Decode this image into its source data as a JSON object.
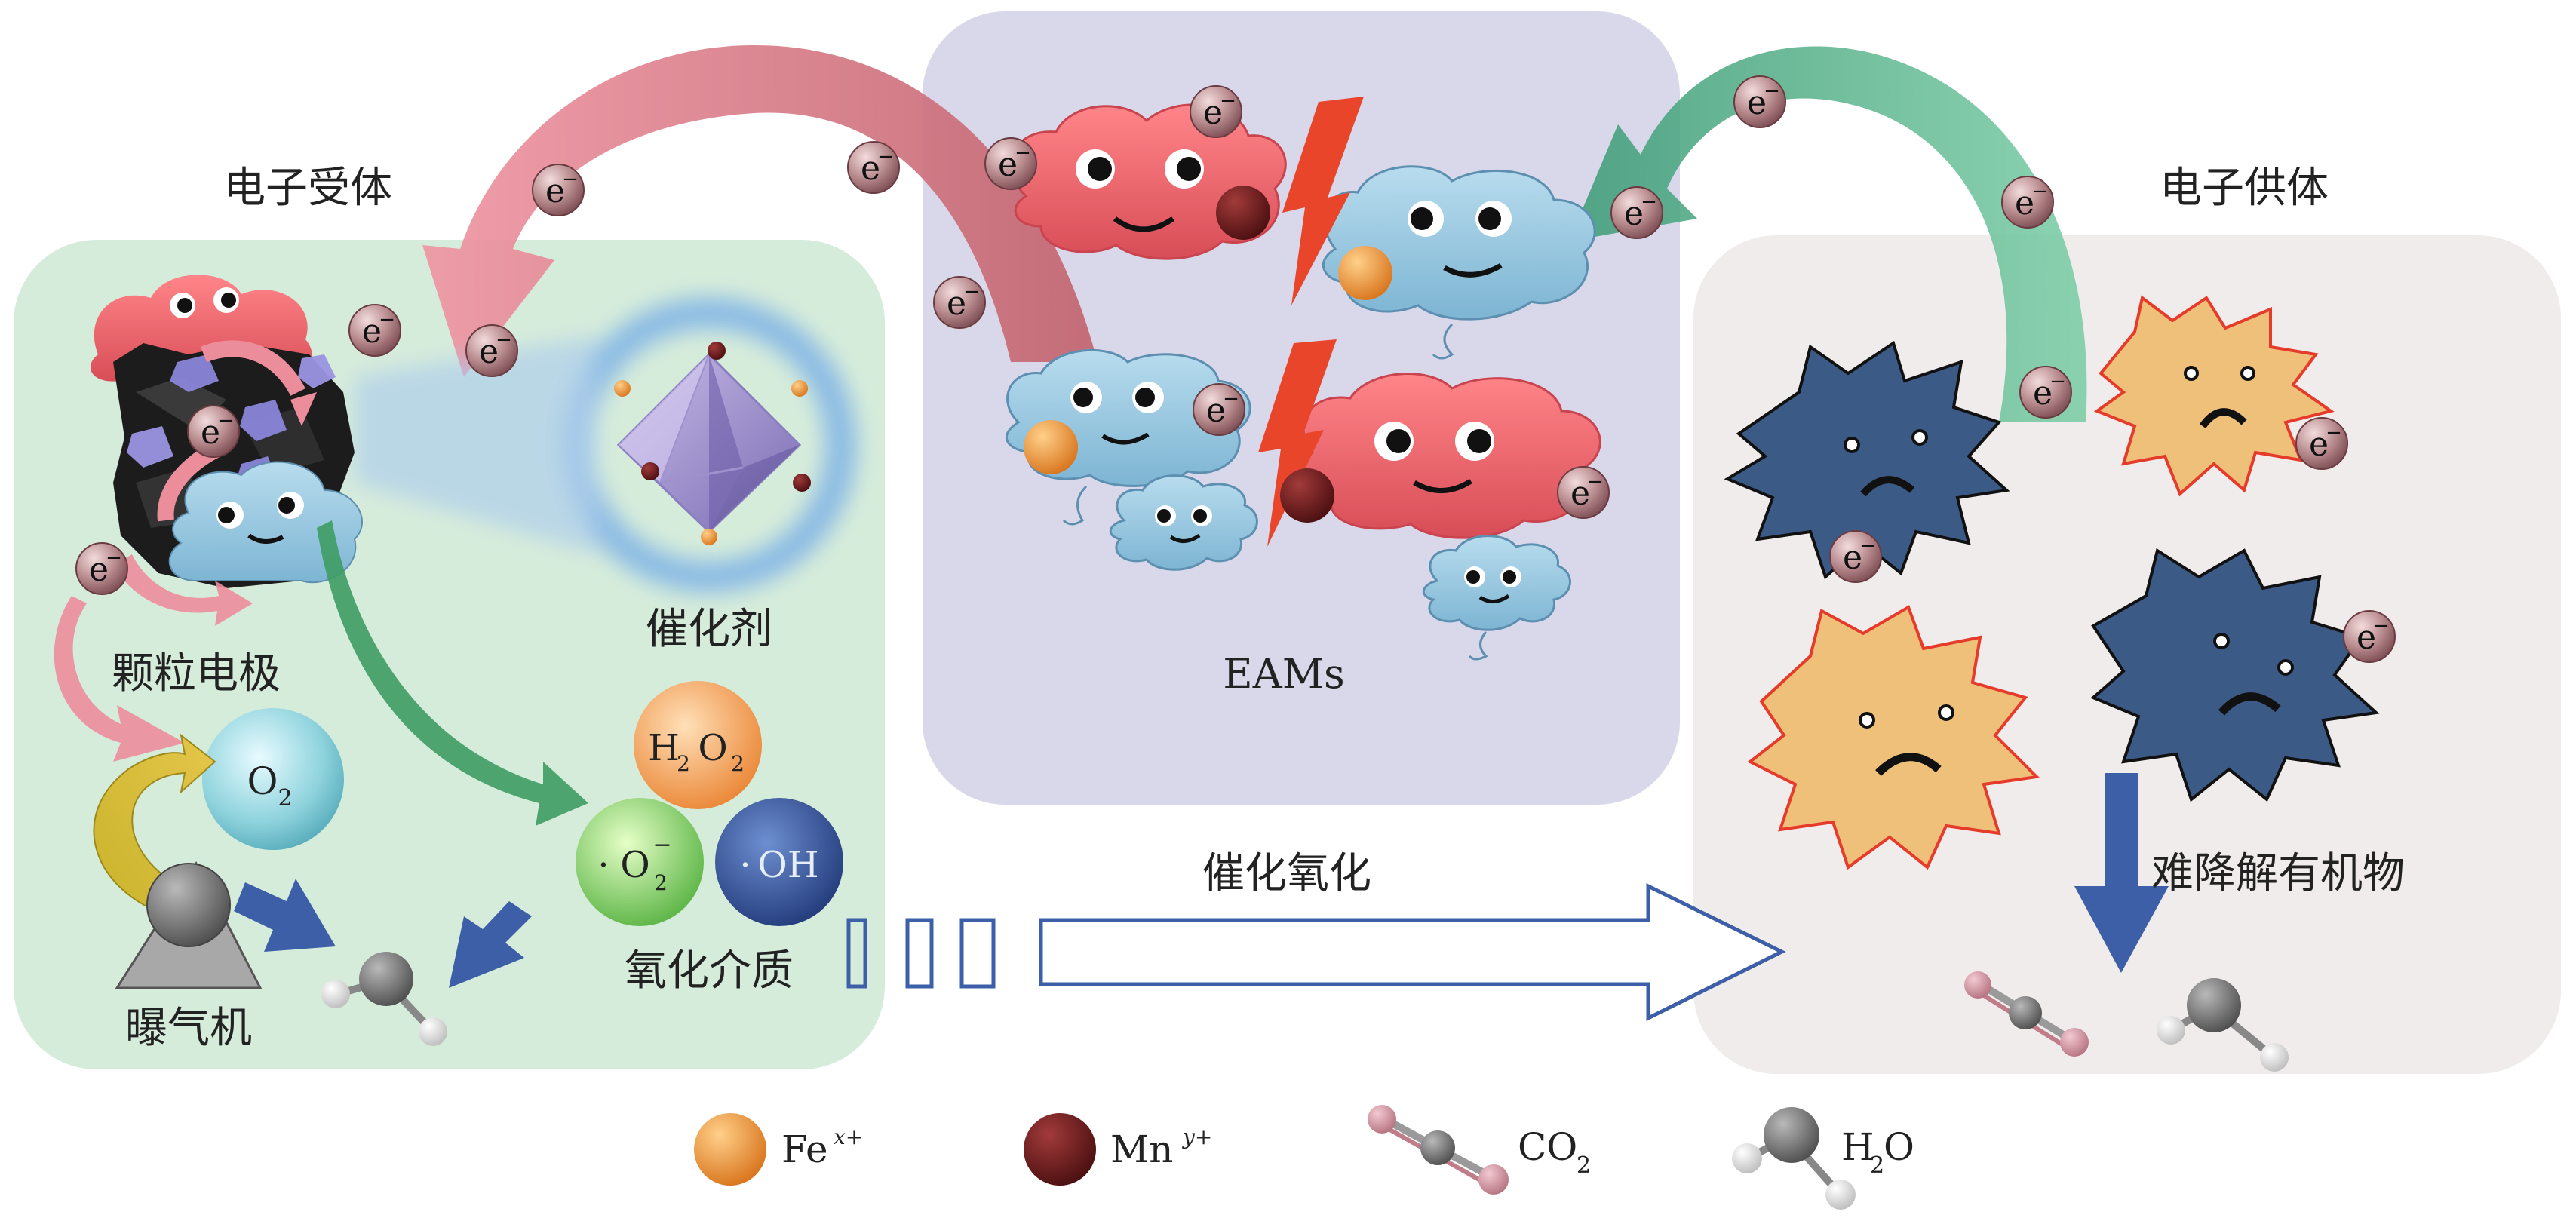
{
  "labels": {
    "acceptor": "电子受体",
    "donor": "电子供体",
    "catalyst": "催化剂",
    "particle_electrode": "颗粒电极",
    "aerator": "曝气机",
    "oxidant_medium": "氧化介质",
    "eams": "EAMs",
    "catalytic_oxidation": "催化氧化",
    "refractory_organics": "难降解有机物"
  },
  "electron": {
    "symbol": "e",
    "charge": "−"
  },
  "species": {
    "o2": {
      "main": "O",
      "sub": "2"
    },
    "h2o2": {
      "a": "H",
      "a_sub": "2",
      "b": "O",
      "b_sub": "2"
    },
    "superoxide": {
      "dot": "·",
      "main": "O",
      "sub": "2",
      "sup": "−"
    },
    "hydroxyl": {
      "dot": "·",
      "main": "OH"
    }
  },
  "legend": {
    "fe": {
      "main": "Fe",
      "sup": "x+"
    },
    "mn": {
      "main": "Mn",
      "sup": "y+"
    },
    "co2": {
      "main": "CO",
      "sub": "2"
    },
    "h2o": {
      "pre": "H",
      "sub": "2",
      "post": "O"
    }
  },
  "colors": {
    "acceptor_panel": "#d6ecdb",
    "eams_panel": "#d8d8ea",
    "donor_panel": "#efeceb",
    "pink_arrow": "#e3909b",
    "green_arrow": "#6fc59b",
    "blue_arrow": "#3c5fa8",
    "fe": "#e88a2a",
    "mn": "#6e1a1a",
    "bolt": "#e8452b"
  }
}
